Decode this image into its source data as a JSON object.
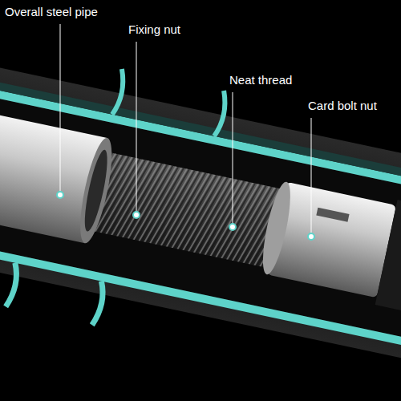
{
  "diagram": {
    "labels": [
      "Overall steel pipe",
      "Fixing nut",
      "Neat thread",
      "Card bolt nut"
    ]
  }
}
